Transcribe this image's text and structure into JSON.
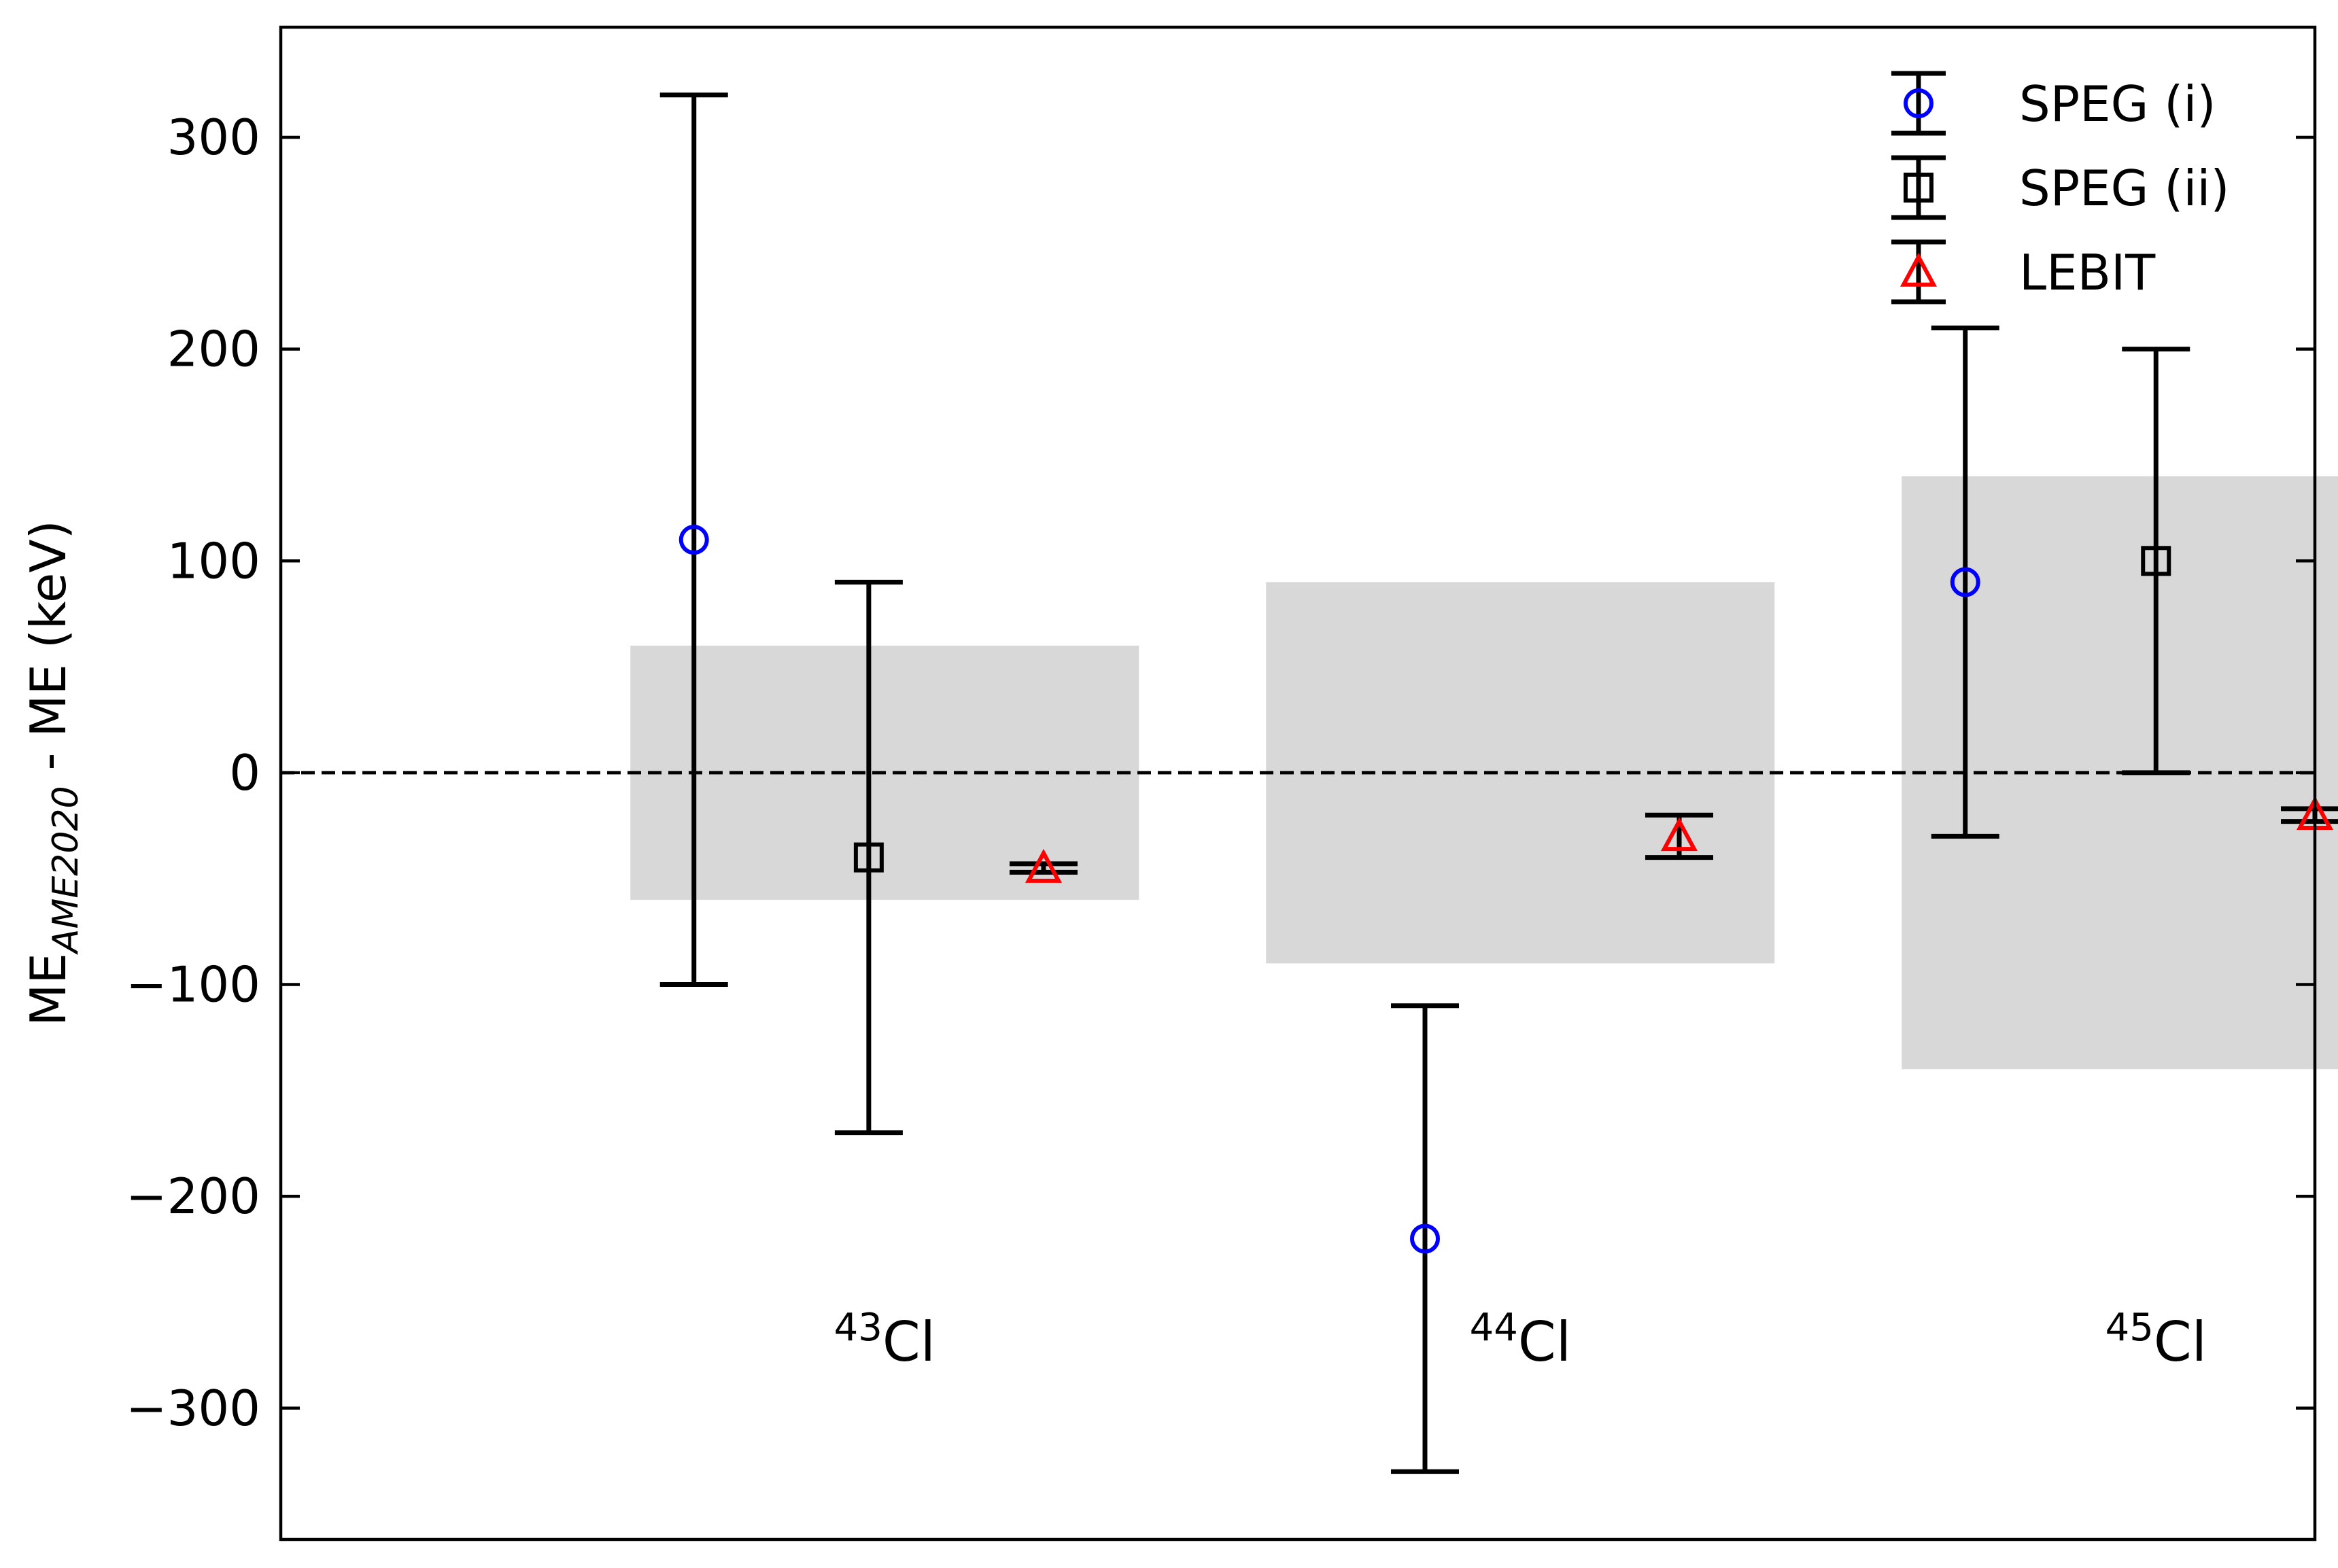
{
  "chart_data": {
    "type": "scatter",
    "title": "",
    "xlabel": "",
    "ylabel": {
      "main": "ME",
      "subscript": "AME2020",
      "rest": " - ME (keV)"
    },
    "ylim": [
      -362,
      352
    ],
    "yticks": [
      -300,
      -200,
      -100,
      0,
      100,
      200,
      300
    ],
    "ytick_labels": [
      "−300",
      "−200",
      "−100",
      "0",
      "100",
      "200",
      "300"
    ],
    "xlim": [
      -0.65,
      2.55
    ],
    "grid": false,
    "legend_position": "top-right",
    "reference_line": {
      "y": 0,
      "style": "dashed"
    },
    "nuclides": [
      {
        "mass": "43",
        "element": "Cl",
        "x": 0.3,
        "ame_uncertainty": 60
      },
      {
        "mass": "44",
        "element": "Cl",
        "x": 1.3,
        "ame_uncertainty": 90
      },
      {
        "mass": "45",
        "element": "Cl",
        "x": 2.3,
        "ame_uncertainty": 140
      }
    ],
    "series": [
      {
        "name": "SPEG (i)",
        "marker": "circle",
        "color": "#0000ff",
        "points": [
          {
            "x": 0.0,
            "y": 110,
            "err_low": 210,
            "err_high": 210
          },
          {
            "x": 1.15,
            "y": -220,
            "err_low": 110,
            "err_high": 110
          },
          {
            "x": 2.0,
            "y": 90,
            "err_low": 120,
            "err_high": 120
          }
        ]
      },
      {
        "name": "SPEG (ii)",
        "marker": "square",
        "color": "#000000",
        "points": [
          {
            "x": 0.275,
            "y": -40,
            "err_low": 130,
            "err_high": 130
          },
          {
            "x": 2.3,
            "y": 100,
            "err_low": 100,
            "err_high": 100
          }
        ]
      },
      {
        "name": "LEBIT",
        "marker": "triangle",
        "color": "#ff0000",
        "points": [
          {
            "x": 0.55,
            "y": -45,
            "err_low": 2,
            "err_high": 2
          },
          {
            "x": 1.55,
            "y": -30,
            "err_low": 10,
            "err_high": 10
          },
          {
            "x": 2.55,
            "y": -20,
            "err_low": 3,
            "err_high": 3
          }
        ]
      }
    ]
  }
}
